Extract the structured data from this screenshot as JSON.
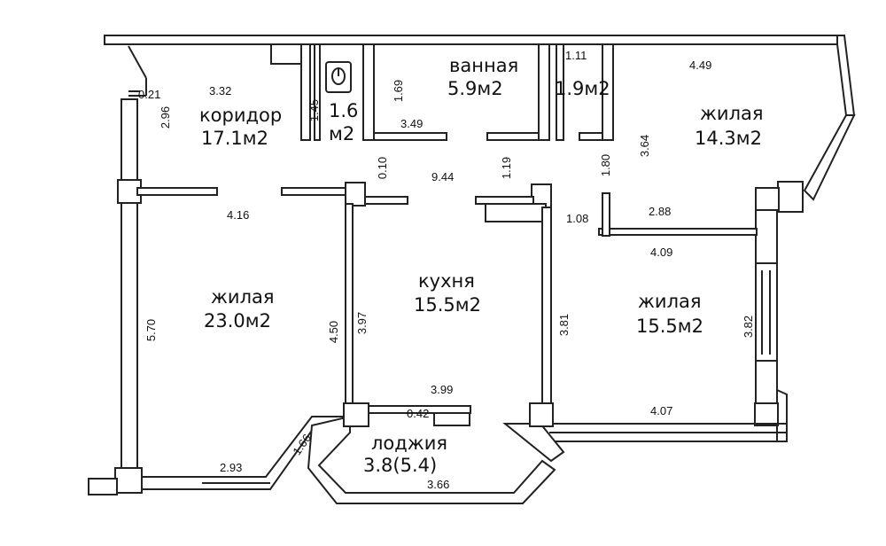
{
  "rooms": {
    "corridor": {
      "name": "коридор",
      "area": "17.1м2"
    },
    "wc": {
      "area": "1.6",
      "unit": "м2"
    },
    "bathroom": {
      "name": "ванная",
      "area": "5.9м2"
    },
    "storage": {
      "area": "1.9м2"
    },
    "living_ne": {
      "name": "жилая",
      "area": "14.3м2"
    },
    "living_w": {
      "name": "жилая",
      "area": "23.0м2"
    },
    "kitchen": {
      "name": "кухня",
      "area": "15.5м2"
    },
    "living_se": {
      "name": "жилая",
      "area": "15.5м2"
    },
    "loggia": {
      "name": "лоджия",
      "area": "3.8(5.4)"
    }
  },
  "dimensions": {
    "d_0_21": "0.21",
    "d_3_32": "3.32",
    "d_2_96": "2.96",
    "d_1_45": "1.45",
    "d_1_69": "1.69",
    "d_3_49": "3.49",
    "d_1_11": "1.11",
    "d_4_49": "4.49",
    "d_3_64": "3.64",
    "d_0_10": "0.10",
    "d_9_44": "9.44",
    "d_1_19": "1.19",
    "d_1_80": "1.80",
    "d_1_08": "1.08",
    "d_2_88": "2.88",
    "d_4_16": "4.16",
    "d_4_09": "4.09",
    "d_5_70": "5.70",
    "d_4_50": "4.50",
    "d_3_97": "3.97",
    "d_3_81": "3.81",
    "d_3_82": "3.82",
    "d_3_99": "3.99",
    "d_0_42": "0.42",
    "d_4_07": "4.07",
    "d_1_66": "1.66",
    "d_2_93": "2.93",
    "d_3_66": "3.66"
  }
}
